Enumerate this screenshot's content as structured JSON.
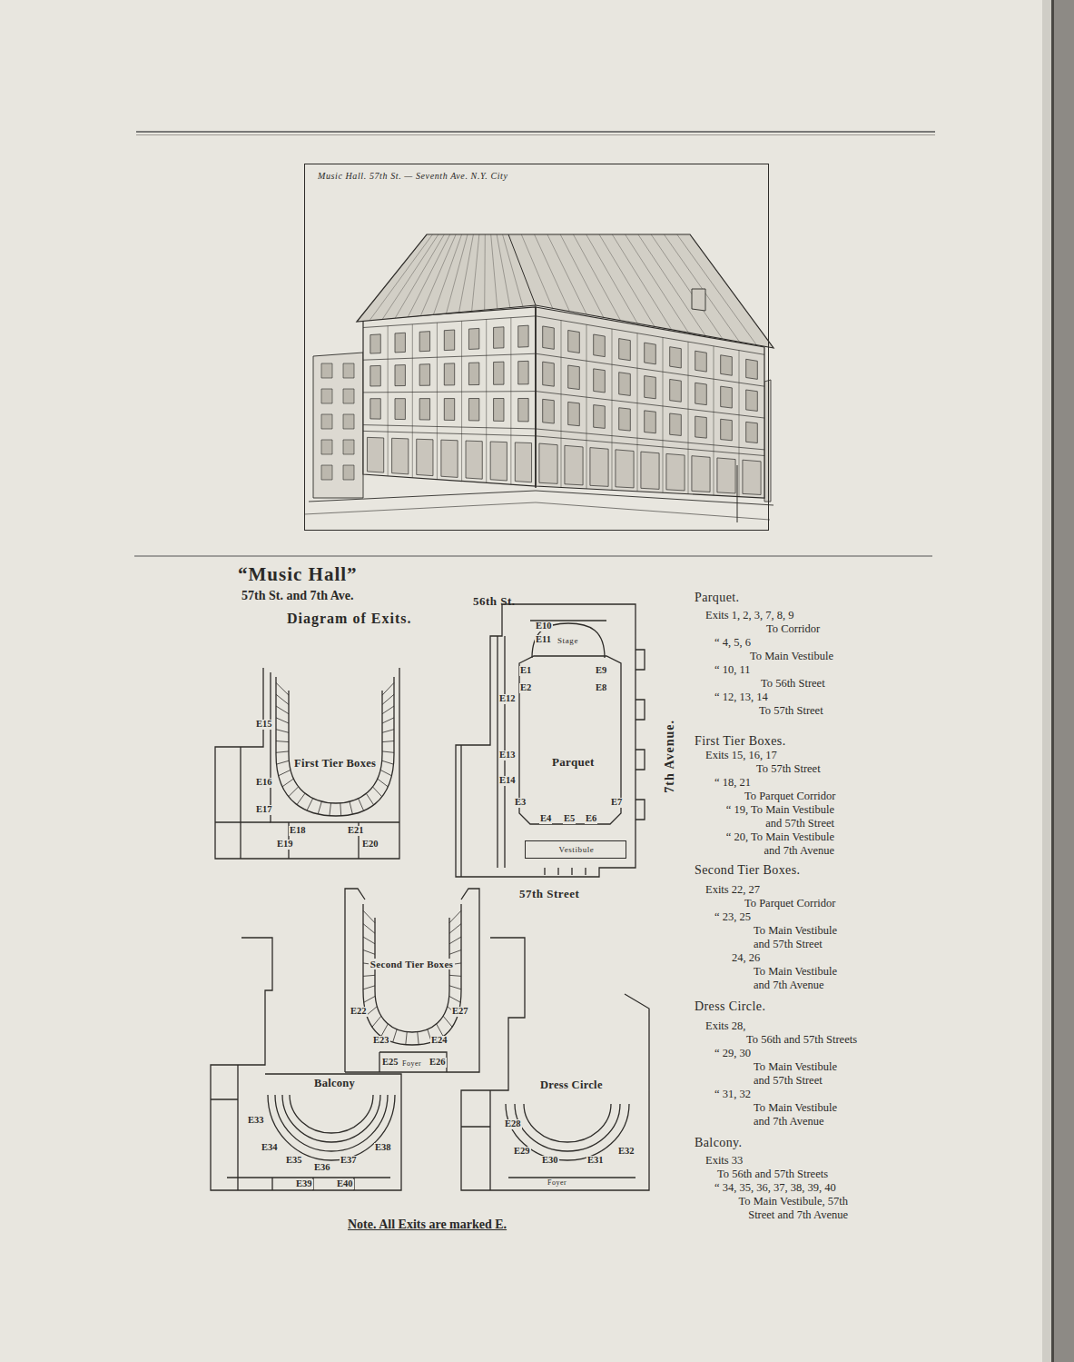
{
  "diagram": {
    "title": "Diagram of Exits.",
    "caption": "Note. All Exits are marked E.",
    "nodes": [
      {
        "text": [
          "Music Hall. 57th St. — Seventh Ave. N.Y. City"
        ]
      },
      {
        "text": [
          "First Tier Boxes"
        ]
      },
      {
        "text": [
          "Parquet"
        ]
      },
      {
        "text": [
          "Stage"
        ],
        "in": 2
      },
      {
        "text": [
          "Vestibule"
        ],
        "in": 2
      },
      {
        "text": [
          "Second Tier Boxes"
        ]
      },
      {
        "text": [
          "Balcony"
        ]
      },
      {
        "text": [
          "Dress Circle"
        ]
      }
    ],
    "labels": [
      "“Music Hall”",
      "57th St. and 7th Ave.",
      "56th St.",
      "57th Street",
      "7th Avenue.",
      "E15",
      "E16",
      "E17",
      "E18",
      "E19",
      "E21",
      "E20",
      "E10",
      "E11",
      "E1",
      "E2",
      "E9",
      "E8",
      "E12",
      "E13",
      "E14",
      "E3",
      "E4",
      "E5",
      "E6",
      "E7",
      "E22",
      "E27",
      "E23",
      "E24",
      "E25",
      "E26",
      "Foyer",
      "E33",
      "E34",
      "E38",
      "E35",
      "E36",
      "E37",
      "E39",
      "E40",
      "E28",
      "E29",
      "E32",
      "E30",
      "E31",
      "Foyer",
      "Parquet.",
      "Exits 1, 2, 3, 7, 8, 9",
      "To Corridor",
      "“ 4, 5, 6",
      "To Main Vestibule",
      "“ 10, 11",
      "To 56th Street",
      "“ 12, 13, 14",
      "To 57th Street",
      "First Tier Boxes.",
      "Exits 15, 16, 17",
      "To 57th Street",
      "“ 18, 21",
      "To Parquet Corridor",
      "“ 19, To Main Vestibule and 57th Street",
      "“ 20, To Main Vestibule and 7th Avenue",
      "Second Tier Boxes.",
      "Exits 22, 27",
      "To Parquet Corridor",
      "“ 23, 25",
      "To Main Vestibule and 57th Street",
      "24, 26",
      "To Main Vestibule and 7th Avenue",
      "Dress Circle.",
      "Exits 28,",
      "To 56th and 57th Streets",
      "“ 29, 30",
      "To Main Vestibule and 57th Street",
      "“ 31, 32",
      "To Main Vestibule and 7th Avenue",
      "Balcony.",
      "Exits 33",
      "To 56th and 57th Streets",
      "“ 34, 35, 36, 37, 38, 39, 40",
      "To Main Vestibule, 57th Street and 7th Avenue"
    ]
  }
}
